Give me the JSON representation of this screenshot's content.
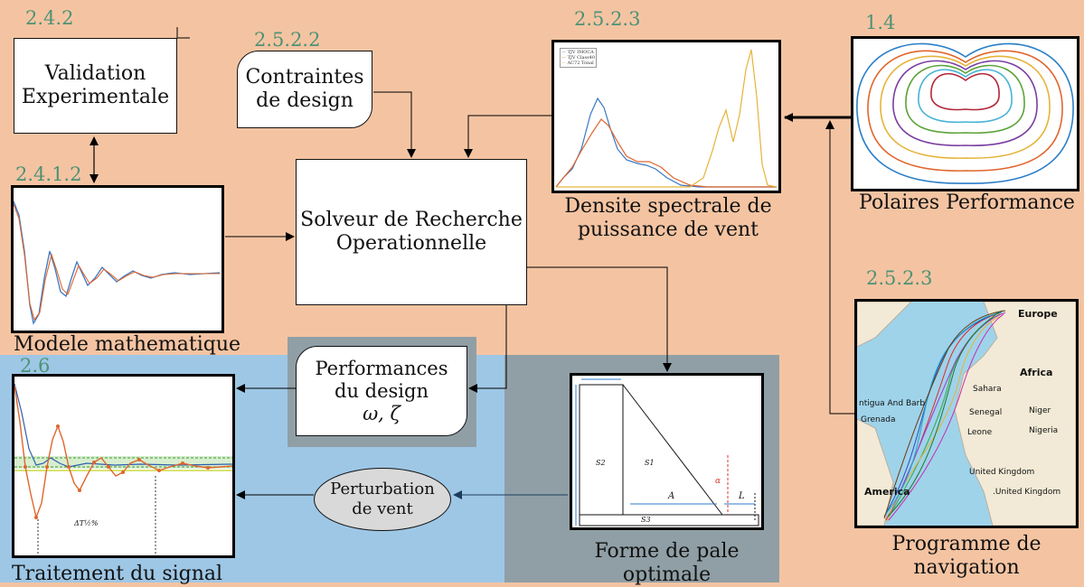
{
  "sections": {
    "validation": "2.4.2",
    "contraintes": "2.5.2.2",
    "densite": "2.5.2.3",
    "polaires": "1.4",
    "modele": "2.4.1.2",
    "navigation": "2.5.2.3",
    "traitement": "2.6"
  },
  "nodes": {
    "validation": [
      "Validation",
      "Experimentale"
    ],
    "contraintes": [
      "Contraintes",
      "de design"
    ],
    "solveur": [
      "Solveur de Recherche",
      "Operationnelle"
    ],
    "performances": [
      "Performances",
      "du design",
      "ω, ζ"
    ],
    "perturbation": [
      "Perturbation",
      "de vent"
    ]
  },
  "captions": {
    "densite": [
      "Densite spectrale de",
      "puissance de vent"
    ],
    "polaires": "Polaires Performance",
    "modele": "Modele mathematique",
    "navigation": [
      "Programme de",
      "navigation"
    ],
    "forme": [
      "Forme de pale",
      "optimale"
    ],
    "traitement": "Traitement du signal"
  },
  "legend_psd": [
    "TJV IMOCA",
    "TJV Class40",
    "AC72 Tonal"
  ],
  "map_labels": [
    "Europe",
    "Africa",
    "Sahara",
    "Senegal",
    "Niger",
    "Nigeria",
    "Leone",
    "ntigua And Barb",
    "Grenada",
    "America",
    "United Kingdom",
    ".United Kingdom"
  ],
  "blade_labels": [
    "S2",
    "S1",
    "S3",
    "A",
    "L",
    "α"
  ],
  "signal_label": "ΔT½%",
  "colors": {
    "peach": "#f4c4a2",
    "blue": "#9ec7e6",
    "gray": "#909fa6",
    "teal": "#4d9276"
  }
}
